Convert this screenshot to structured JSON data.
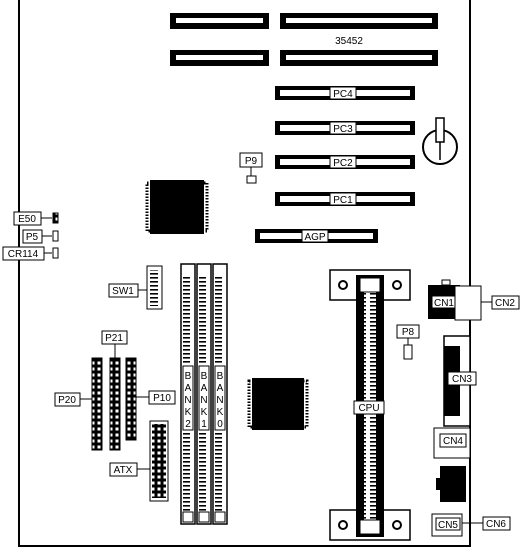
{
  "board_number": "35452",
  "slots": {
    "pci": [
      "PC4",
      "PC3",
      "PC2",
      "PC1"
    ],
    "agp": "AGP"
  },
  "jumpers": {
    "p9": "P9",
    "e50": "E50",
    "p5": "P5",
    "cr114": "CR114",
    "p8": "P8",
    "p21": "P21",
    "p20": "P20",
    "p10": "P10"
  },
  "switch": "SW1",
  "power": "ATX",
  "cpu": "CPU",
  "memory_banks": [
    {
      "letters": [
        "B",
        "A",
        "N",
        "K",
        "2"
      ]
    },
    {
      "letters": [
        "B",
        "A",
        "N",
        "K",
        "1"
      ]
    },
    {
      "letters": [
        "B",
        "A",
        "N",
        "K",
        "0"
      ]
    }
  ],
  "connectors": {
    "cn1": "CN1",
    "cn2": "CN2",
    "cn3": "CN3",
    "cn4": "CN4",
    "cn5": "CN5",
    "cn6": "CN6"
  }
}
